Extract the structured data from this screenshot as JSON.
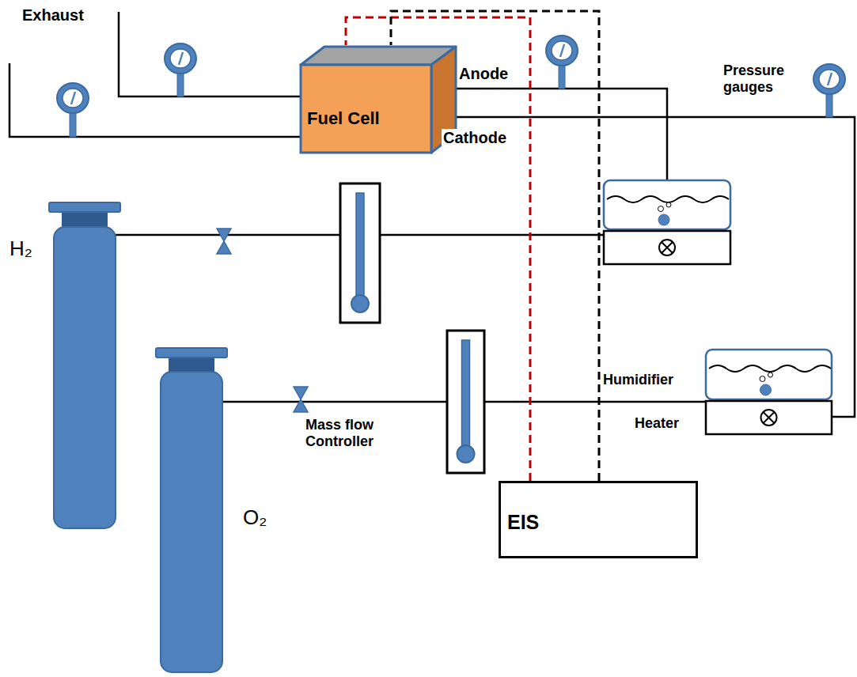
{
  "diagram": {
    "nodes": [
      {
        "text": [
          "Fuel Cell"
        ]
      },
      {
        "text": [
          "EIS"
        ]
      }
    ],
    "edges": [
      {
        "from": 1,
        "to": 0,
        "arrow": "none"
      },
      {
        "from": 1,
        "to": 0,
        "arrow": "none"
      }
    ],
    "labels": [
      "Exhaust",
      "Anode",
      "Cathode",
      "Pressure gauges",
      "H₂",
      "O₂",
      "Mass flow Controller",
      "Humidifier",
      "Heater"
    ]
  }
}
